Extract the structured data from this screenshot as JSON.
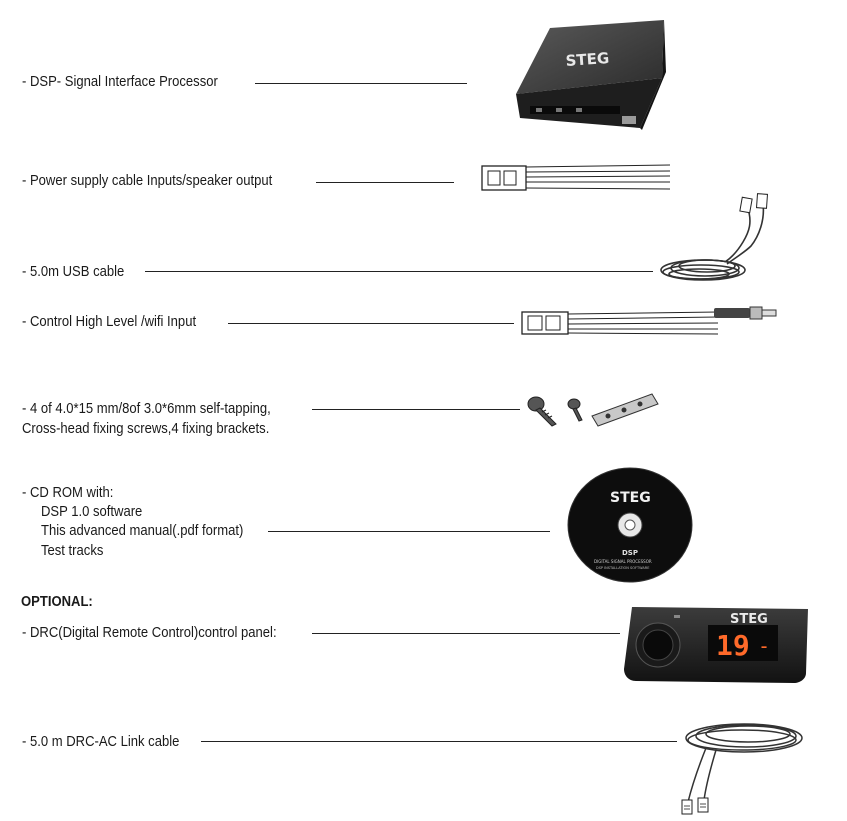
{
  "items": [
    {
      "label": "-  DSP- Signal Interface Processor"
    },
    {
      "label": "-  Power supply cable Inputs/speaker output"
    },
    {
      "label": "-  5.0m USB cable"
    },
    {
      "label": "-  Control High Level /wifi Input"
    },
    {
      "lines": [
        "-  4 of 4.0*15 mm/8of 3.0*6mm  self-tapping,",
        "   Cross-head fixing screws,4 fixing brackets."
      ]
    },
    {
      "lines": [
        "-  CD ROM with:",
        "DSP 1.0 software",
        "This advanced manual(.pdf format)",
        "Test tracks"
      ]
    }
  ],
  "optional": {
    "heading": "OPTIONAL:",
    "items": [
      {
        "label": "-  DRC(Digital Remote Control)control panel:"
      },
      {
        "label": "-  5.0 m DRC-AC Link cable"
      }
    ]
  },
  "product_images": {
    "dsp_logo": "STEG",
    "cd_logo": "STEG",
    "cd_subtitle": "DSP",
    "cd_small_line1": "DIGITAL SIGNAL PROCESSOR",
    "cd_small_line2": "DSP INSTALLATION SOFTWARE",
    "drc_logo": "STEG",
    "drc_display": "19"
  }
}
